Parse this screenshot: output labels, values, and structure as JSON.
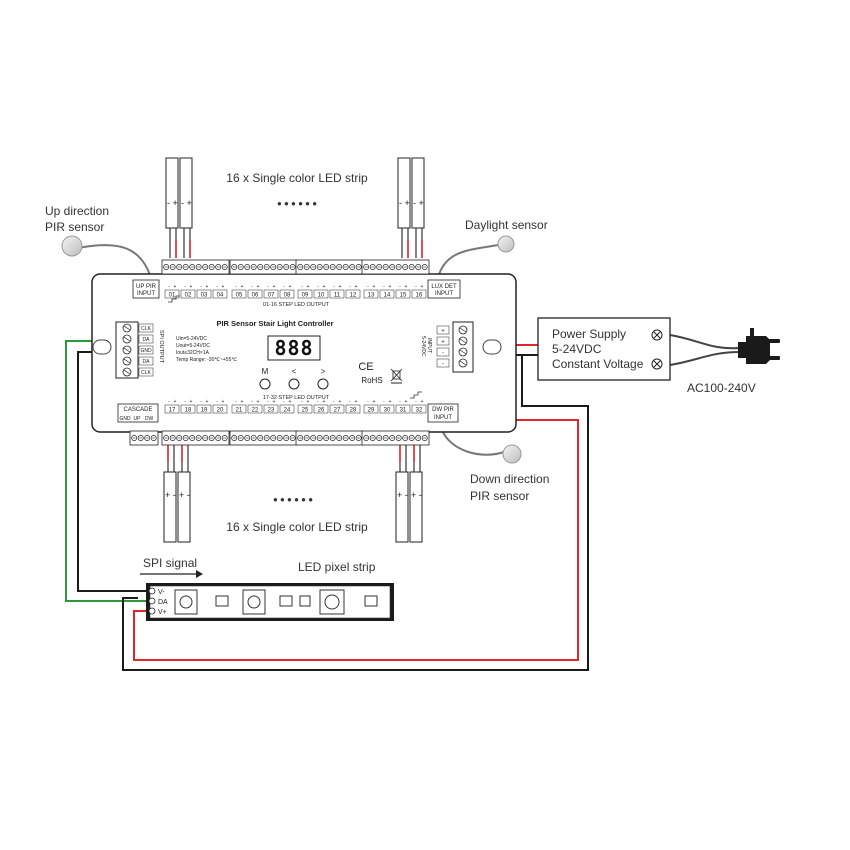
{
  "labels": {
    "top_strip": "16 x Single color LED strip",
    "bottom_strip": "16 x Single color LED strip",
    "dots": "● ● ● ● ● ●",
    "up_pir_1": "Up direction",
    "up_pir_2": "PIR sensor",
    "daylight": "Daylight sensor",
    "down_pir_1": "Down direction",
    "down_pir_2": "PIR sensor",
    "spi_signal": "SPI signal",
    "pixel_strip": "LED pixel strip",
    "ac_input": "AC100-240V"
  },
  "power_supply": {
    "line1": "Power Supply",
    "line2": "5-24VDC",
    "line3": "Constant Voltage"
  },
  "controller": {
    "title": "PIR Sensor Stair Light Controller",
    "up_pir_1": "UP PIR",
    "up_pir_2": "INPUT",
    "lux_1": "LUX DET",
    "lux_2": "INPUT",
    "cascade": "CASCADE",
    "cascade_pins": [
      "GND",
      "UP",
      "DW"
    ],
    "dw_pir_1": "DW PIR",
    "dw_pir_2": "INPUT",
    "top_output": "01-16 STEP LED OUTPUT",
    "bottom_output": "17-32 STEP LED OUTPUT",
    "top_channels": [
      "01",
      "02",
      "03",
      "04",
      "05",
      "06",
      "07",
      "08",
      "09",
      "10",
      "11",
      "12",
      "13",
      "14",
      "15",
      "16"
    ],
    "bottom_channels": [
      "17",
      "18",
      "19",
      "20",
      "21",
      "22",
      "23",
      "24",
      "25",
      "26",
      "27",
      "28",
      "29",
      "30",
      "31",
      "32"
    ],
    "spec1": "Uin=5-24VDC",
    "spec2": "Uout=5-24VDC",
    "spec3": "Iout≤32CH×1A",
    "spec4": "Temp Range: -30℃~+55℃",
    "display": "888",
    "btn_m": "M",
    "btn_left": "<",
    "btn_right": ">",
    "ce": "CE",
    "rohs": "RoHS",
    "spi_output": "SPI OUTPUT",
    "spi_pins": [
      "CLK",
      "DA",
      "GND",
      "DA",
      "CLK"
    ],
    "input_label": "INPUT",
    "input_range": "5-24VDC",
    "input_pins": [
      "+",
      "+",
      "-",
      "-"
    ]
  },
  "pixel_terminals": [
    "V-",
    "DA",
    "V+"
  ],
  "colors": {
    "red_wire": "#e0262b",
    "green_wire": "#2a9a3a",
    "black_wire": "#1a1a1a",
    "gray_wire": "#777777"
  }
}
